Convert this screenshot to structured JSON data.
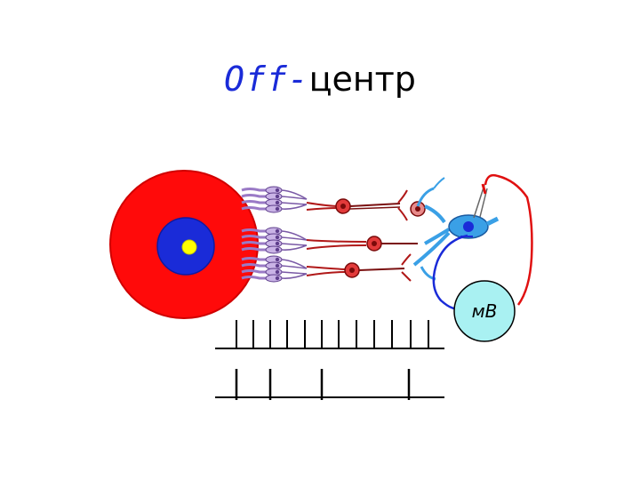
{
  "title": {
    "prefix": "Off-",
    "suffix": "центр"
  },
  "meter": {
    "label": "мВ"
  },
  "colors": {
    "surround": "#ff0a0a",
    "center": "#1a2bd8",
    "spot": "#ffff00",
    "meter_fill": "#a9f1f2",
    "ganglion": "#3aa0e6",
    "recording_wire": "#e01010",
    "return_wire": "#1a2bd8",
    "photoreceptor": "#b490d6",
    "bipolar_axon": "#b01818",
    "bipolar_soma": "#e23a3a"
  }
}
